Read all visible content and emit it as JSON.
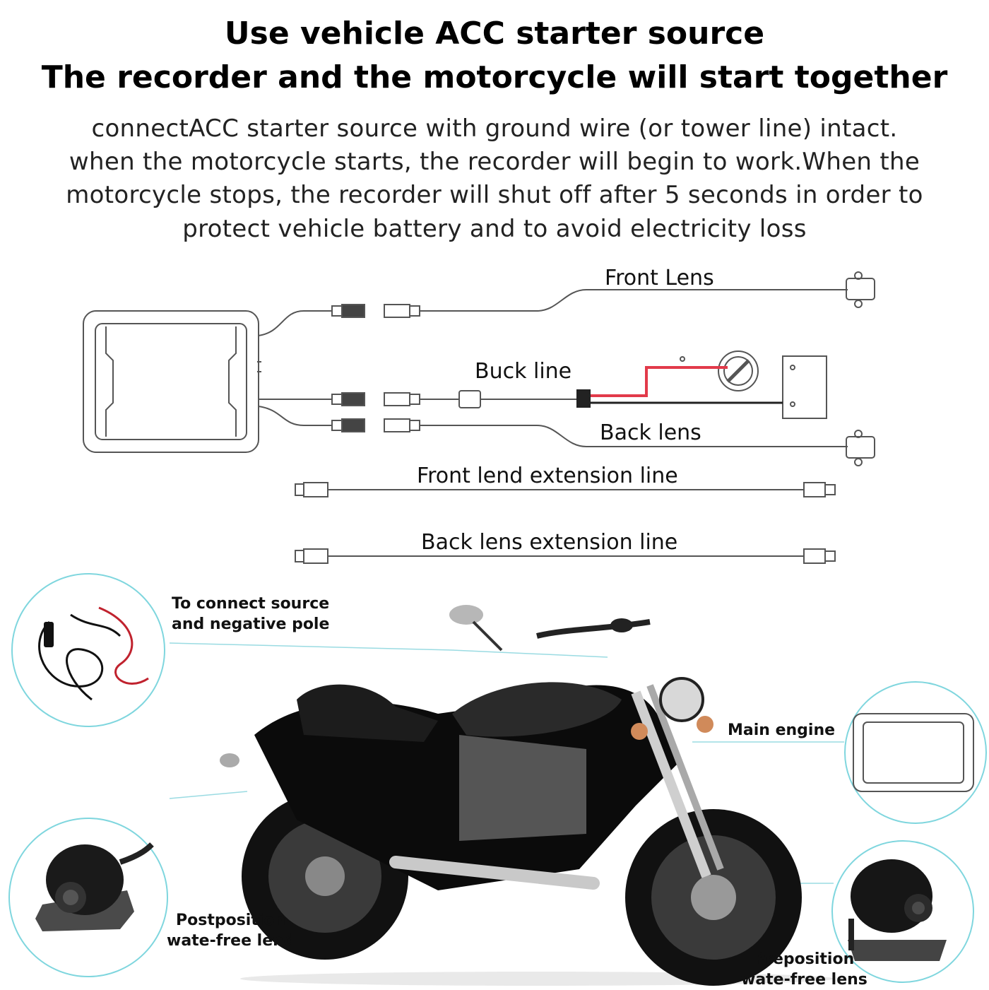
{
  "header": {
    "title_line1": "Use vehicle ACC starter source",
    "title_line2": "The recorder and the motorcycle will start together",
    "description_lines": [
      "connectACC starter source with ground wire (or tower line) intact.",
      "when the motorcycle starts, the recorder will begin to work.When the",
      "motorcycle stops, the recorder will shut off after 5 seconds in order to",
      "protect vehicle battery and to avoid electricity loss"
    ]
  },
  "wiring": {
    "front_lens": "Front Lens",
    "buck_line": "Buck line",
    "back_lens": "Back lens",
    "front_extension": "Front lend extension line",
    "back_extension": "Back lens extension line"
  },
  "callouts": {
    "source_line1": "To connect source",
    "source_line2": "and negative pole",
    "main_engine": "Main engine",
    "postposition_line1": "Postposition",
    "postposition_line2": "wate-free lend",
    "preposition_line1": "Preposition",
    "preposition_line2": "wate-free lens"
  },
  "colors": {
    "wire": "#555555",
    "power_wire": "#e23a4a",
    "callout_ring": "#7fd6de"
  }
}
